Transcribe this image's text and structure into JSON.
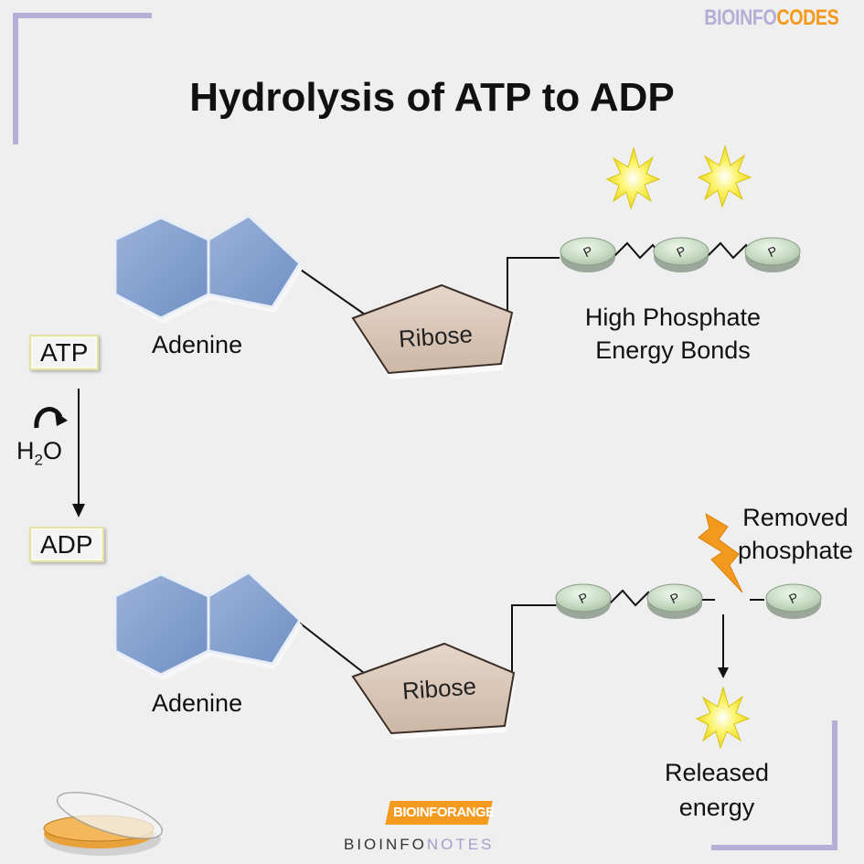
{
  "title": "Hydrolysis of ATP to ADP",
  "brand": {
    "part1": "BIOINFO",
    "part2": "CODES"
  },
  "atp_label": "ATP",
  "adp_label": "ADP",
  "water": {
    "main": "H",
    "subscript": "2",
    "tail": "O"
  },
  "top": {
    "adenine_label": "Adenine",
    "ribose_label": "Ribose",
    "bonds_label_line1": "High Phosphate",
    "bonds_label_line2": "Energy Bonds",
    "phosphate_letter": "P"
  },
  "bottom": {
    "adenine_label": "Adenine",
    "ribose_label": "Ribose",
    "removed_line1": "Removed",
    "removed_line2": "phosphate",
    "released_line1": "Released",
    "released_line2": "energy",
    "phosphate_letter": "P"
  },
  "footer": {
    "logo_text": "BIOINFORANGE",
    "text1": "BIOINFO",
    "text2": "NOTES"
  },
  "colors": {
    "background": "#efefef",
    "adenine_fill": "#7f9ccc",
    "ribose_fill": "#dcc8b8",
    "phosphate_fill": "#cfe0cc",
    "energy_star": "#f6e838",
    "lightning": "#f39a1e",
    "corner_accent": "#b5aed6"
  }
}
